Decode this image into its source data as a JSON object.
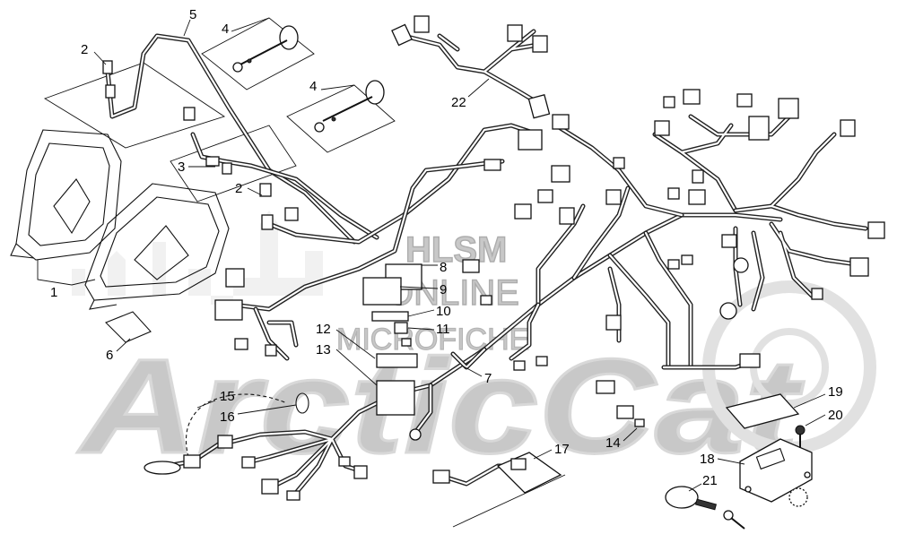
{
  "watermark": {
    "line1": "HLSM",
    "line2": "ONLINE",
    "line3": "MICROFICHE",
    "brand": "ArcticCat"
  },
  "callouts": [
    "1",
    "2",
    "2",
    "3",
    "4",
    "4",
    "5",
    "6",
    "7",
    "8",
    "9",
    "10",
    "11",
    "12",
    "13",
    "14",
    "15",
    "16",
    "17",
    "18",
    "19",
    "20",
    "21",
    "22"
  ]
}
